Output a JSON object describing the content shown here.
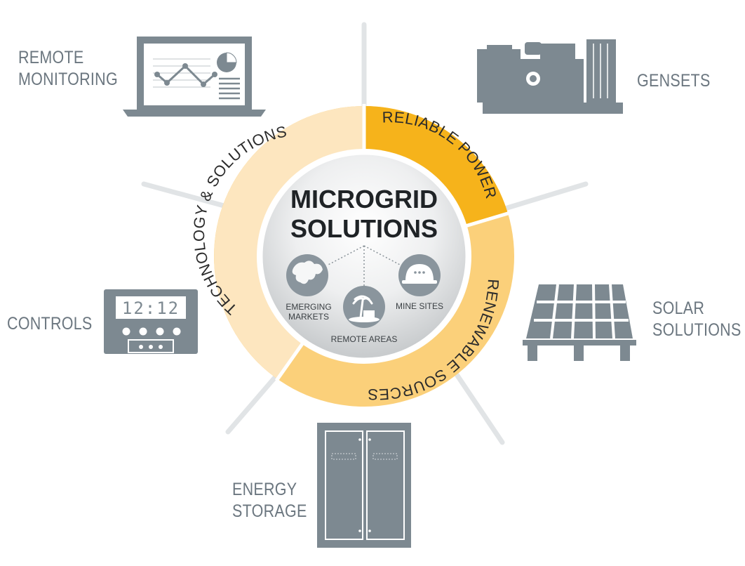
{
  "center": {
    "title_line1": "MICROGRID",
    "title_line2": "SOLUTIONS"
  },
  "ring": {
    "segments": [
      {
        "id": "technology",
        "label": "TECHNOLOGY & SOLUTIONS",
        "color": "#fde6bf"
      },
      {
        "id": "reliable",
        "label": "RELIABLE POWER",
        "color": "#f6b31b"
      },
      {
        "id": "renewable",
        "label": "RENEWABLE SOURCES",
        "color": "#fbd07a"
      }
    ]
  },
  "inner_icons": [
    {
      "id": "emerging",
      "label_line1": "EMERGING",
      "label_line2": "MARKETS",
      "icon": "world-map-icon"
    },
    {
      "id": "remote",
      "label_line1": "REMOTE AREAS",
      "label_line2": "",
      "icon": "palm-island-icon"
    },
    {
      "id": "mine",
      "label_line1": "MINE SITES",
      "label_line2": "",
      "icon": "hard-hat-icon"
    }
  ],
  "outer_items": [
    {
      "id": "remote-monitoring",
      "line1": "REMOTE",
      "line2": "MONITORING",
      "icon": "laptop-chart-icon"
    },
    {
      "id": "gensets",
      "line1": "GENSETS",
      "line2": "",
      "icon": "generator-icon"
    },
    {
      "id": "solar",
      "line1": "SOLAR",
      "line2": "SOLUTIONS",
      "icon": "solar-panel-icon"
    },
    {
      "id": "energy-storage",
      "line1": "ENERGY",
      "line2": "STORAGE",
      "icon": "storage-cabinet-icon"
    },
    {
      "id": "controls",
      "line1": "CONTROLS",
      "line2": "",
      "icon": "control-panel-icon"
    }
  ],
  "controls_display": "12:12",
  "colors": {
    "icon_gray": "#7d8991",
    "label_gray": "#6b767f",
    "spoke": "#e1e4e6",
    "title": "#1f2326"
  }
}
